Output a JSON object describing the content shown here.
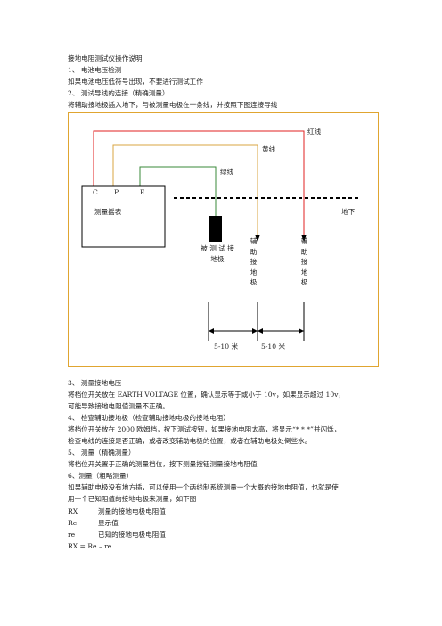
{
  "doc": {
    "title": "接地电阻测试仪操作说明",
    "s1_head": "1、 电池电压检测",
    "s1_body": "如果电池电压低符号出现，不要进行测试工作",
    "s2_head": "2、 测试导线的连接（精确测量）",
    "s2_body": "将辅助接地极插入地下，与被测量电极在一条线，并按照下图连接导线",
    "s3_head": "3、 测量接地电压",
    "s3_body1": "将档位开关放在 EARTH VOLTAGE 位置，确认显示等于或小于 10v，如果显示超过 10v，",
    "s3_body2": "可能导致接地电阻值测量不正确。",
    "s4_head": "4、 检查辅助接地极（检查辅助接地电极的接地电阻）",
    "s4_body1": "将档位开关放在 2000 欧姆档，按下测试按钮，如果接地电阻太高，将显示“* * *”并闪烁，",
    "s4_body2": "检查电线的连接是否正确，或者改变辅助电极的位置，或者在辅助电极处倒些水。",
    "s5_head": "5、 测量（精确测量）",
    "s5_body": "将档位开关置于正确的测量档位，按下测量按钮测量接地电阻值",
    "s6_head": "6、测量（粗略测量）",
    "s6_body1": "如果辅助电极没有地方插，可以使用一个两线制系统测量一个大概的接地电阻值，也就是使",
    "s6_body2": "用一个已知阻值的接地电极来测量，如下图",
    "def_rx_sym": "RX",
    "def_rx_txt": "测量的接地电极电阻值",
    "def_re_sym": "Re",
    "def_re_txt": "显示值",
    "def_rc_sym": "re",
    "def_rc_txt": "已知的接地电极电阻值",
    "formula": "RX = Re – re"
  },
  "figure": {
    "red_wire": "红线",
    "yellow_wire": "黄线",
    "green_wire": "绿线",
    "term_c": "C",
    "term_p": "P",
    "term_e": "E",
    "meter": "测量摇表",
    "ground": "地下",
    "tested_electrode": "被 测 试 接 地极",
    "aux1": "辅助接地极",
    "aux2": "辅助接地极",
    "dist1": "5-10 米",
    "dist2": "5-10 米"
  },
  "colors": {
    "red": "#e02020",
    "yellow": "#d9a441",
    "green": "#3a8a3a",
    "frame": "#e0a530"
  }
}
